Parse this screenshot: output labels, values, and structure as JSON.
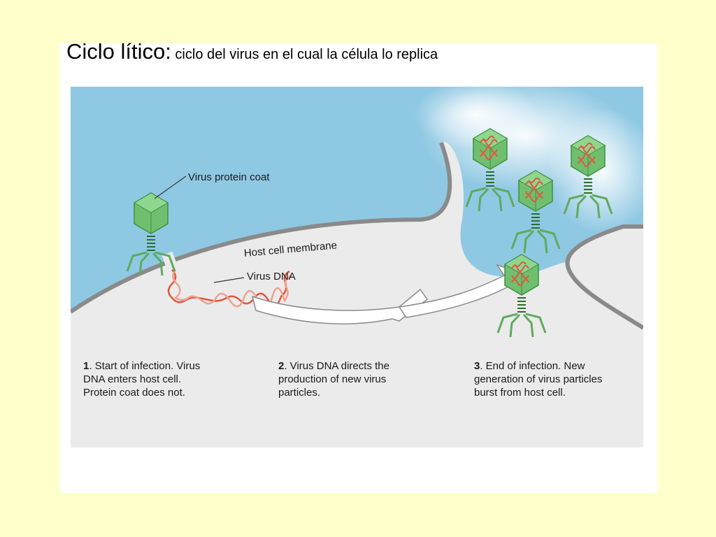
{
  "title": {
    "main": "Ciclo lítico:",
    "sub": " ciclo del virus en   el cual la célula lo replica"
  },
  "labels": {
    "protein_coat": "Virus protein coat",
    "membrane": "Host cell membrane",
    "virus_dna": "Virus DNA"
  },
  "steps": [
    {
      "num": "1",
      "text": ". Start of infection. Virus DNA enters host cell. Protein coat does not."
    },
    {
      "num": "2",
      "text": ". Virus DNA directs the production of new virus particles."
    },
    {
      "num": "3",
      "text": ". End of infection. New generation of virus particles burst from host cell."
    }
  ],
  "colors": {
    "slide_background": "#ffffcc",
    "extracellular": "#8fc8e3",
    "cytoplasm": "#ebebeb",
    "membrane": "#8a8a8a",
    "virus_coat": "#6fbf6f",
    "virus_dna": "#e0573e",
    "arrow": "#ffffff"
  },
  "icons": [
    "bacteriophage-icon",
    "dna-strand-icon",
    "progress-arrow-icon"
  ]
}
